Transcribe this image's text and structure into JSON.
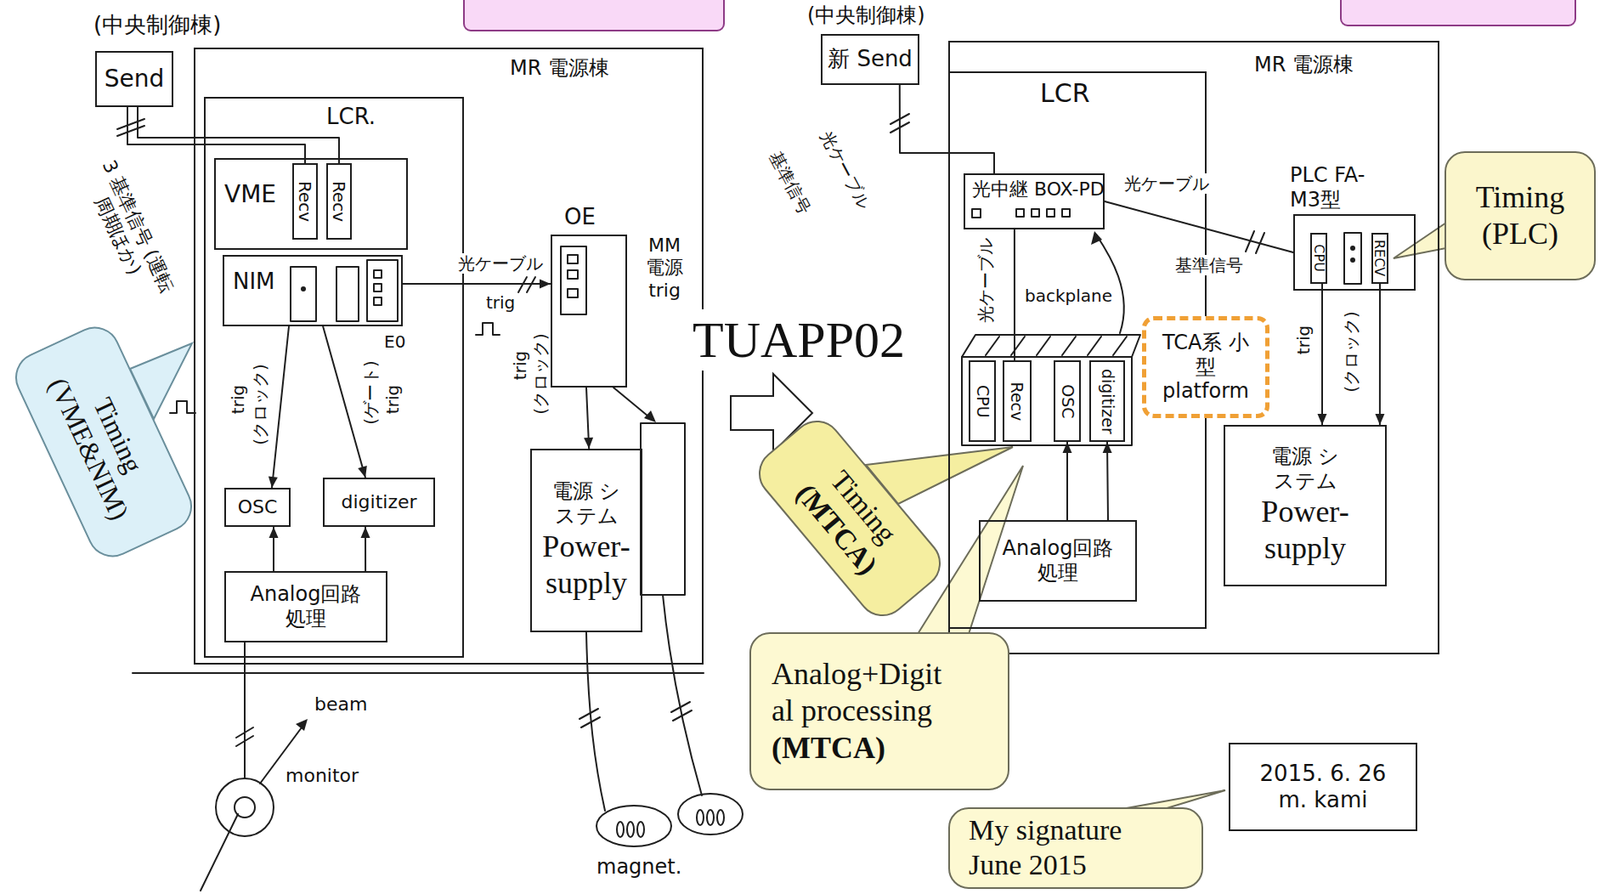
{
  "diagram": {
    "nodes": [
      {
        "text": [
          "(中央制御棟)",
          "Send"
        ]
      },
      {
        "text": [
          "MR 電源棟"
        ]
      },
      {
        "text": [
          "LCR."
        ],
        "in": 1
      },
      {
        "text": [
          "VME"
        ],
        "in": 2
      },
      {
        "text": [
          "Recv"
        ],
        "in": 3
      },
      {
        "text": [
          "Recv"
        ],
        "in": 3
      },
      {
        "text": [
          "NIM"
        ],
        "in": 2
      },
      {
        "text": [
          "OSC"
        ],
        "in": 2
      },
      {
        "text": [
          "digitizer"
        ],
        "in": 2
      },
      {
        "text": [
          "Analog回路 処理"
        ],
        "in": 2
      },
      {
        "text": [
          "OE"
        ],
        "in": 1
      },
      {
        "text": [
          "電源 システム",
          "Power-supply"
        ],
        "in": 1
      },
      {
        "text": [
          "Timing (VME&NIM)"
        ]
      },
      {
        "text": [
          "(中央制御棟)",
          "新 Send"
        ]
      },
      {
        "text": [
          "MR 電源棟"
        ]
      },
      {
        "text": [
          "LCR"
        ],
        "in": 14
      },
      {
        "text": [
          "光中継 BOX-PD"
        ],
        "in": 15
      },
      {
        "text": [
          "CPU"
        ],
        "in": 15
      },
      {
        "text": [
          "Recv"
        ],
        "in": 15
      },
      {
        "text": [
          "OSC"
        ],
        "in": 15
      },
      {
        "text": [
          "digitizer"
        ],
        "in": 15
      },
      {
        "text": [
          "Analog回路 処理"
        ],
        "in": 15
      },
      {
        "text": [
          "TCA系 小型 platform"
        ],
        "in": 14
      },
      {
        "text": [
          "PLC FA-M3型"
        ],
        "in": 14
      },
      {
        "text": [
          "CPU"
        ],
        "in": 23
      },
      {
        "text": [
          "RECV"
        ],
        "in": 23
      },
      {
        "text": [
          "電源 システム",
          "Power-supply"
        ],
        "in": 14
      },
      {
        "text": [
          "Timing (PLC)"
        ]
      },
      {
        "text": [
          "Timing",
          "(MTCA)"
        ]
      },
      {
        "text": [
          "Analog+Digit al processing",
          "(MTCA)"
        ]
      },
      {
        "text": [
          "My signature June 2015"
        ]
      },
      {
        "text": [
          "2015. 6. 26",
          "m. kami"
        ]
      }
    ],
    "edges": [
      {
        "from": 0,
        "to": 4,
        "arrow": "none"
      },
      {
        "from": 0,
        "to": 5,
        "arrow": "none"
      },
      {
        "from": 6,
        "to": 7,
        "arrow": "to"
      },
      {
        "from": 6,
        "to": 8,
        "arrow": "to"
      },
      {
        "from": 9,
        "to": 7,
        "arrow": "to"
      },
      {
        "from": 9,
        "to": 8,
        "arrow": "to"
      },
      {
        "from": 6,
        "to": 10,
        "arrow": "to"
      },
      {
        "from": 10,
        "to": 11,
        "arrow": "to"
      },
      {
        "from": 13,
        "to": 16,
        "arrow": "none"
      },
      {
        "from": 16,
        "to": 18,
        "arrow": "none"
      },
      {
        "from": 16,
        "to": 23,
        "arrow": "none"
      },
      {
        "from": 24,
        "to": 26,
        "arrow": "to"
      },
      {
        "from": 25,
        "to": 26,
        "arrow": "to"
      },
      {
        "from": 21,
        "to": 19,
        "arrow": "to"
      },
      {
        "from": 21,
        "to": 20,
        "arrow": "to"
      }
    ],
    "labels": [
      "3 基準信号 (運転周期ほか)",
      "E0",
      "光ケーブル",
      "trig",
      "MM 電源 trig",
      "trig",
      "(クロック)",
      "(ゲート)",
      "trig",
      "trig",
      "(クロック)",
      "beam",
      "monitor",
      "magnet.",
      "TUAPP02",
      "光ケーブル",
      "基準信号",
      "光ケーブル",
      "backplane",
      "光ケーブル",
      "基準信号",
      "trig",
      "(クロック)"
    ]
  }
}
